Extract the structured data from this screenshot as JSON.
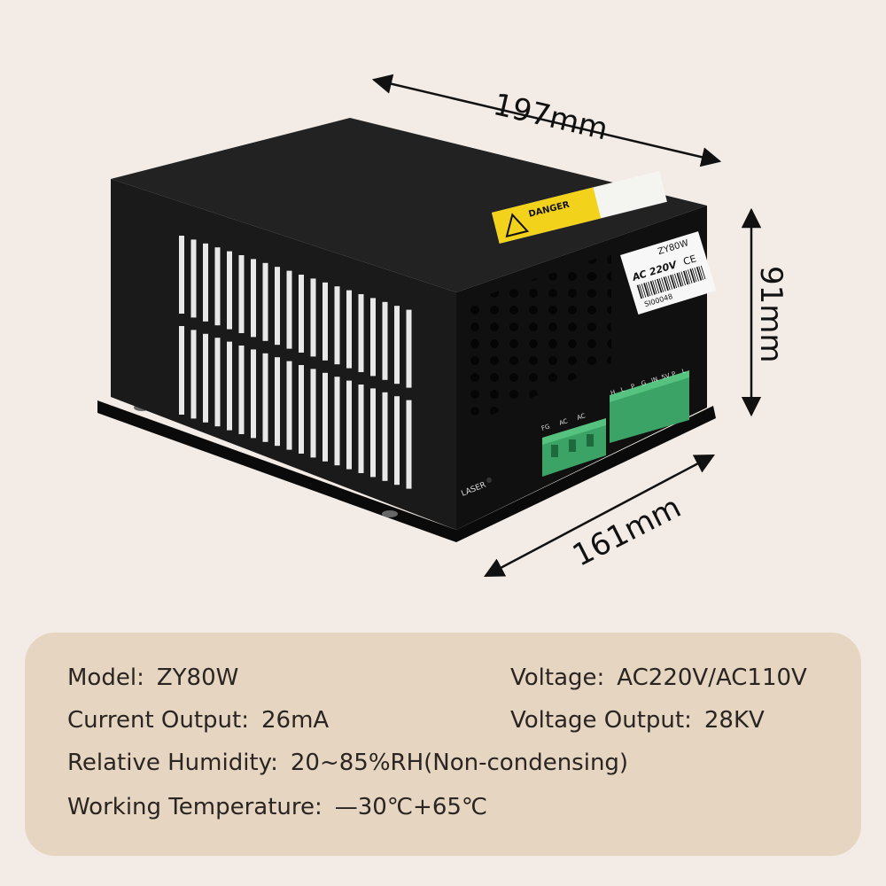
{
  "dimensions": {
    "width": "197mm",
    "height": "91mm",
    "depth": "161mm"
  },
  "device_labels": {
    "warning_title": "DANGER",
    "model": "ZY80W",
    "voltage": "AC 220V",
    "ce_mark": "CE",
    "serial": "SI00048",
    "laser_led": "LASER",
    "terminal_left": [
      "FG",
      "AC",
      "AC"
    ],
    "terminal_right": [
      "H",
      "L",
      "P",
      "G",
      "IN",
      "5V",
      "P",
      "L"
    ]
  },
  "specs": {
    "model": {
      "label": "Model:",
      "value": "ZY80W"
    },
    "voltage": {
      "label": "Voltage:",
      "value": "AC220V/AC110V"
    },
    "current_output": {
      "label": "Current Output:",
      "value": "26mA"
    },
    "voltage_output": {
      "label": "Voltage Output:",
      "value": "28KV"
    },
    "humidity": {
      "label": "Relative Humidity:",
      "value": "20~85%RH(Non-condensing)"
    },
    "temperature": {
      "label": "Working Temperature:",
      "value": "—30℃+65℃"
    }
  },
  "colors": {
    "background": "#f3ece6",
    "panel": "#e6d5c1",
    "case": "#151515",
    "terminal": "#3aa365",
    "warning": "#f2d21b"
  }
}
